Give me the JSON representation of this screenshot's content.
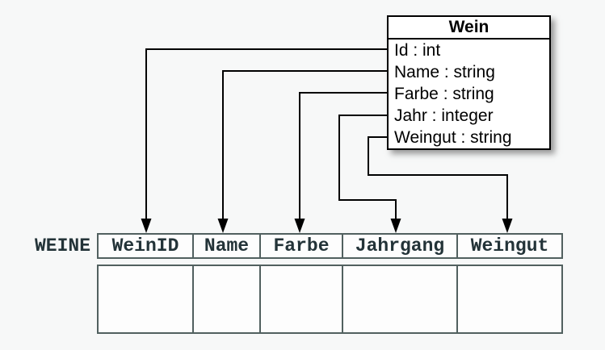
{
  "class_box": {
    "title": "Wein",
    "attributes": [
      "Id : int",
      "Name : string",
      "Farbe : string",
      "Jahr : integer",
      "Weingut : string"
    ]
  },
  "table": {
    "label": "WEINE",
    "columns": [
      "WeinID",
      "Name",
      "Farbe",
      "Jahrgang",
      "Weingut"
    ],
    "body_row": [
      "",
      "",
      "",
      "",
      ""
    ]
  },
  "mappings": [
    {
      "from": "Id",
      "to": "WeinID"
    },
    {
      "from": "Name",
      "to": "Name"
    },
    {
      "from": "Farbe",
      "to": "Farbe"
    },
    {
      "from": "Jahr",
      "to": "Jahrgang"
    },
    {
      "from": "Weingut",
      "to": "Weingut"
    }
  ],
  "colors": {
    "page-bg": "#f7f8f8",
    "connector": "#000000",
    "box-border": "#000000",
    "box-bg": "#ffffff",
    "table-border": "#51605f",
    "table-text": "#233338",
    "cell-bg": "#fdfdfd"
  }
}
